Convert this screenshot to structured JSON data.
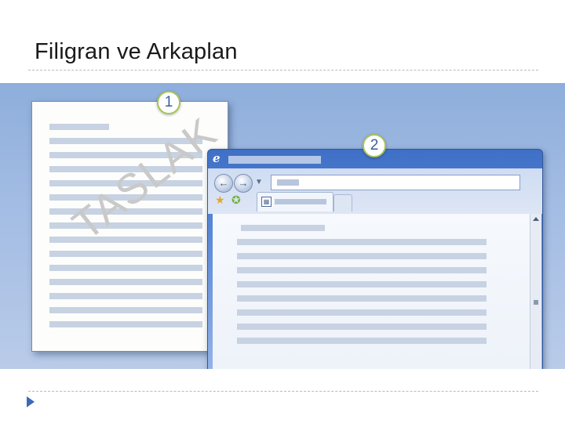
{
  "slide": {
    "title": "Filigran ve Arkaplan"
  },
  "document": {
    "badge": "1",
    "watermark": "TASLAK"
  },
  "browser": {
    "badge": "2",
    "icons": {
      "app": "ie-logo-icon",
      "back": "back-arrow-icon",
      "forward": "forward-arrow-icon",
      "favorites": "favorites-star-icon",
      "add_favorites": "add-favorites-icon",
      "tab": "page-icon"
    }
  },
  "colors": {
    "accent": "#3a6ab4",
    "badge_ring": "#a7c45b",
    "watermark": "#c9c9c9"
  }
}
